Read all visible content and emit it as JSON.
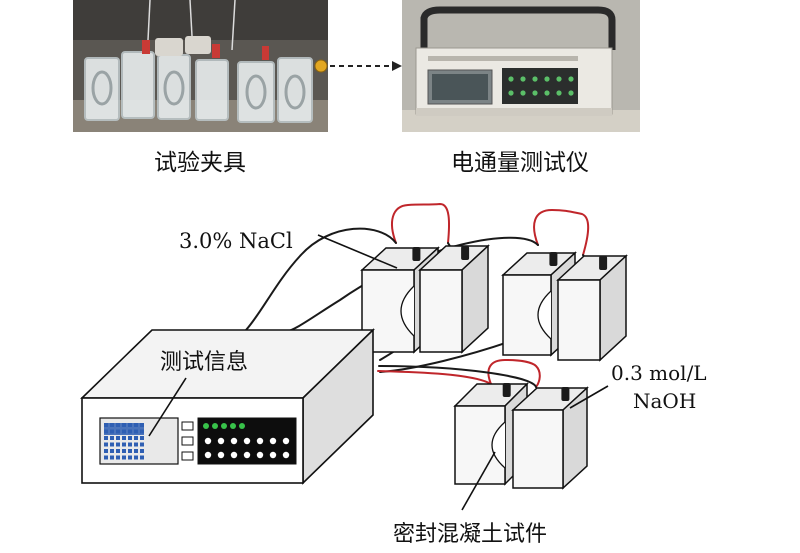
{
  "photos": {
    "fixture_caption": "试验夹具",
    "meter_caption": "电通量测试仪"
  },
  "diagram": {
    "nacl_label": "3.0% NaCl",
    "naoh_label_line1": "0.3 mol/L",
    "naoh_label_line2": "NaOH",
    "device_label": "测试信息",
    "specimen_label": "密封混凝土试件"
  },
  "colors": {
    "red_wire": "#c0262b",
    "black_wire": "#1a1a1a",
    "block_gray": "#d9d9d9",
    "screen_blue": "#2f5fb3",
    "led_green": "#38c24a"
  }
}
